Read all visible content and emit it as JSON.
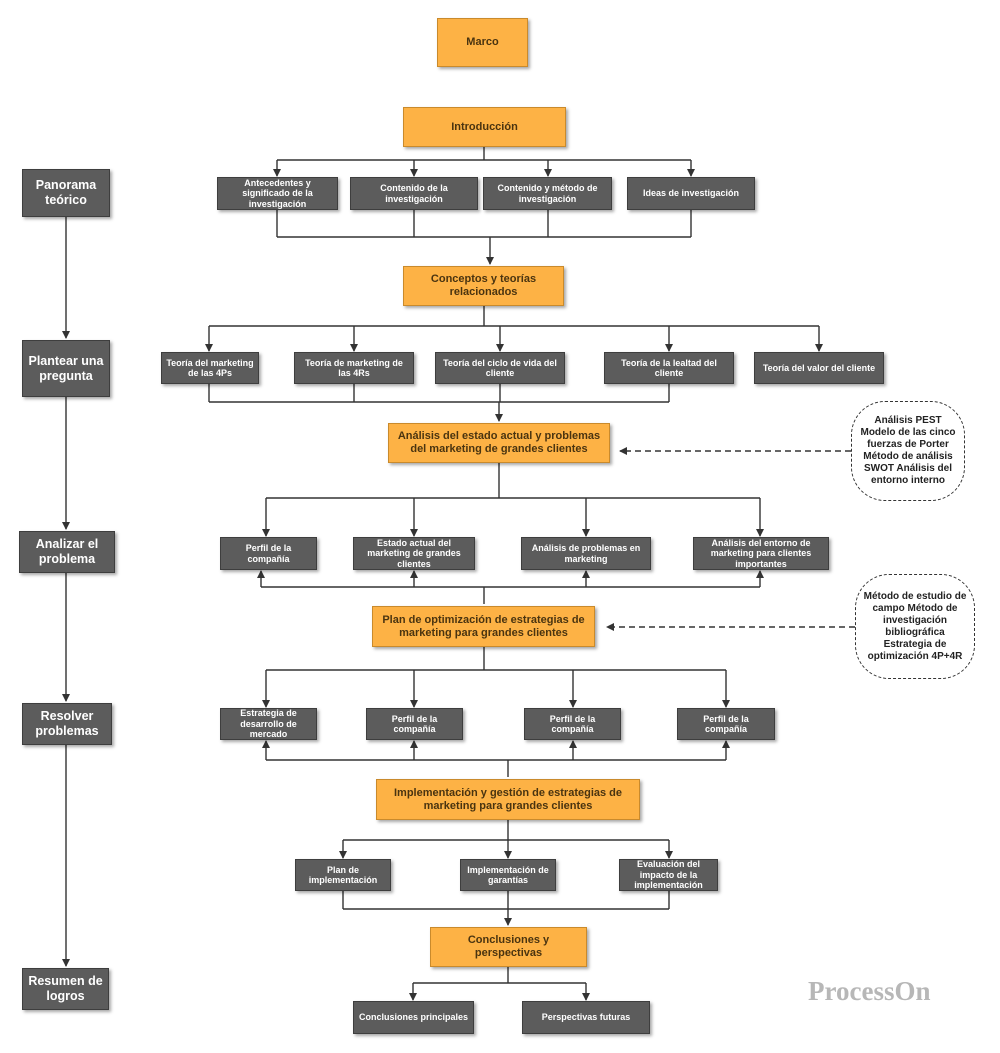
{
  "title": "Marco",
  "watermark": "ProcessOn",
  "colors": {
    "orange": "#FDB245",
    "dark": "#5c5c5c",
    "line": "#333333"
  },
  "stages": [
    "Panorama teórico",
    "Plantear una pregunta",
    "Analizar el problema",
    "Resolver problemas",
    "Resumen de logros"
  ],
  "sections": [
    {
      "label": "Introducción",
      "children": [
        "Antecedentes y significado de la investigación",
        "Contenido de la investigación",
        "Contenido y método de investigación",
        "Ideas de investigación"
      ]
    },
    {
      "label": "Conceptos y teorías relacionados",
      "children": [
        "Teoría del marketing de las 4Ps",
        "Teoría de marketing de las 4Rs",
        "Teoría del ciclo de vida del cliente",
        "Teoría de la lealtad del cliente",
        "Teoría del valor del cliente"
      ]
    },
    {
      "label": "Análisis del estado actual y problemas del marketing de grandes clientes",
      "children": [
        "Perfil de la compañía",
        "Estado actual del marketing de grandes clientes",
        "Análisis de problemas en marketing",
        "Análisis del entorno de marketing para clientes importantes"
      ]
    },
    {
      "label": "Plan de optimización de estrategias de marketing para grandes clientes",
      "children": [
        "Estrategia de desarrollo de mercado",
        "Perfil de la compañía",
        "Perfil de la compañía",
        "Perfil de la compañía"
      ]
    },
    {
      "label": "Implementación y gestión de estrategias de marketing para grandes clientes",
      "children": [
        "Plan de implementación",
        "Implementación de garantías",
        "Evaluación del impacto de la implementación"
      ]
    },
    {
      "label": "Conclusiones y perspectivas",
      "children": [
        "Conclusiones principales",
        "Perspectivas futuras"
      ]
    }
  ],
  "notes": [
    "Análisis PEST Modelo de las cinco fuerzas de Porter Método de análisis SWOT Análisis del entorno interno",
    "Método de estudio de campo Método de investigación bibliográfica Estrategia de optimización 4P+4R"
  ]
}
